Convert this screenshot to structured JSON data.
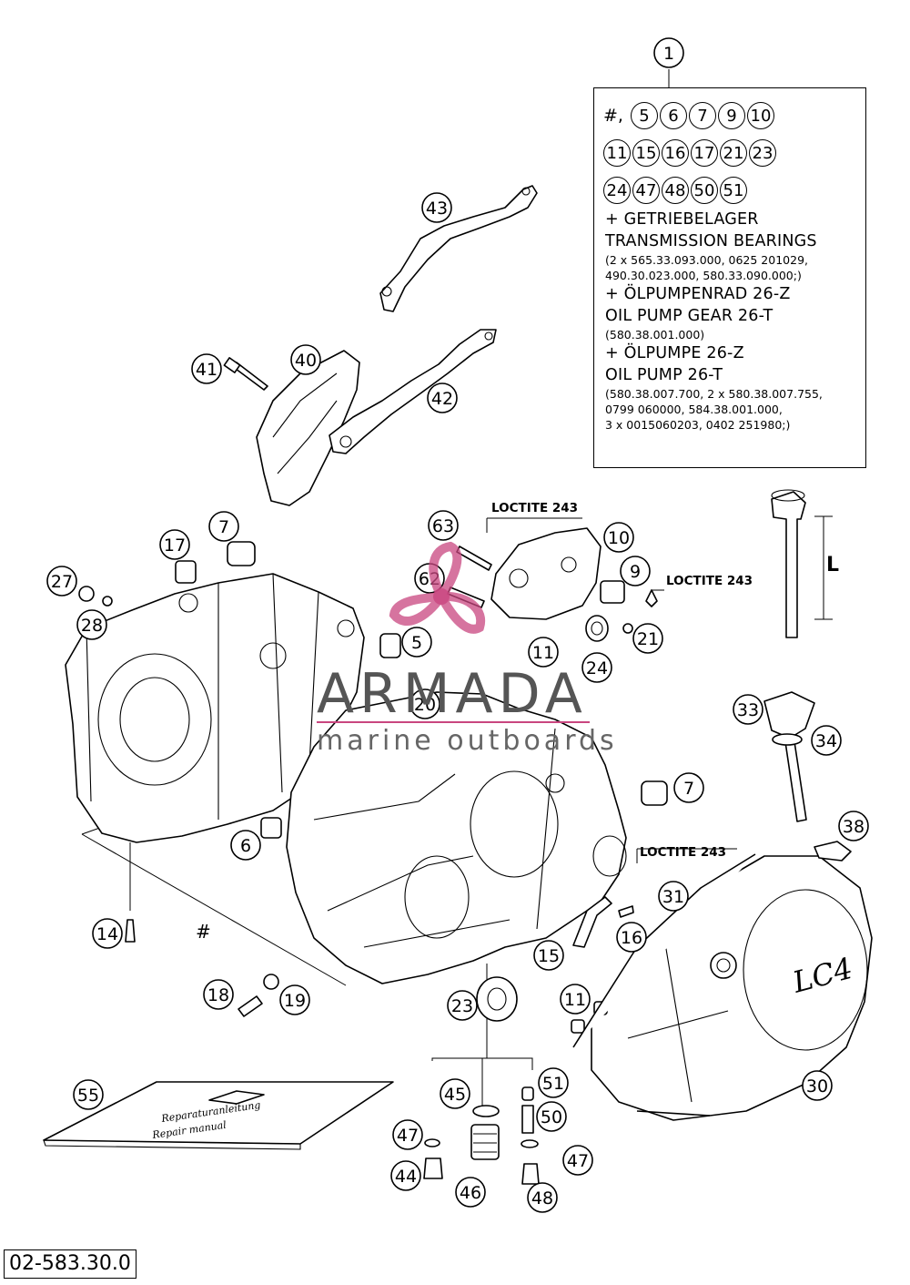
{
  "diagram": {
    "document_number": "02-583.30.0",
    "dimension_label": "L",
    "loctite_label": "LOCTITE 243",
    "kit_callout": "1",
    "kit_rows": [
      [
        "5",
        "6",
        "7",
        "9",
        "10"
      ],
      [
        "11",
        "15",
        "16",
        "17",
        "21",
        "23"
      ],
      [
        "24",
        "47",
        "48",
        "50",
        "51"
      ]
    ],
    "kit_hash": "#,",
    "kit_lines": [
      {
        "text": "+ GETRIEBELAGER",
        "size": "big"
      },
      {
        "text": "TRANSMISSION BEARINGS",
        "size": "big"
      },
      {
        "text": "(2 x 565.33.093.000, 0625 201029,",
        "size": "small"
      },
      {
        "text": "490.30.023.000, 580.33.090.000;)",
        "size": "small"
      },
      {
        "text": "+ ÖLPUMPENRAD 26-Z",
        "size": "big"
      },
      {
        "text": "OIL PUMP GEAR 26-T",
        "size": "big"
      },
      {
        "text": "(580.38.001.000)",
        "size": "small"
      },
      {
        "text": "+ ÖLPUMPE 26-Z",
        "size": "big"
      },
      {
        "text": "OIL PUMP 26-T",
        "size": "big"
      },
      {
        "text": "(580.38.007.700, 2 x 580.38.007.755,",
        "size": "small"
      },
      {
        "text": "0799 060000, 584.38.001.000,",
        "size": "small"
      },
      {
        "text": "3 x 0015060203, 0402 251980;)",
        "size": "small"
      }
    ],
    "hash_mark": "#",
    "callouts": [
      "43",
      "40",
      "41",
      "42",
      "63",
      "10",
      "9",
      "62",
      "21",
      "17",
      "7",
      "27",
      "28",
      "5",
      "11",
      "24",
      "20",
      "33",
      "34",
      "7",
      "6",
      "38",
      "31",
      "14",
      "16",
      "15",
      "18",
      "19",
      "23",
      "11",
      "30",
      "55",
      "45",
      "51",
      "50",
      "47",
      "47",
      "44",
      "46",
      "48"
    ]
  },
  "watermark": {
    "title": "ARMADA",
    "subtitle": "marine outboards",
    "accent_color": "#c9467f"
  },
  "manual_text": [
    "Reparaturanleitung",
    "Repair manual"
  ]
}
